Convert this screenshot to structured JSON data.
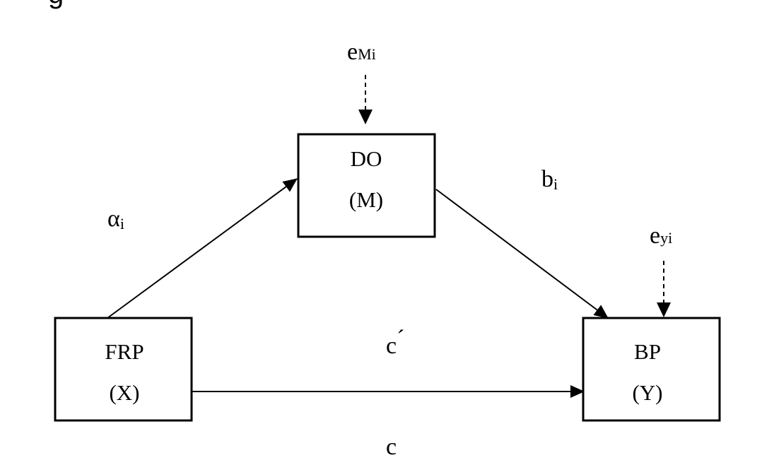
{
  "heading_fragment": "g",
  "nodes": {
    "x": {
      "name": "FRP",
      "role": "(X)"
    },
    "m": {
      "name": "DO",
      "role": "(M)"
    },
    "y": {
      "name": "BP",
      "role": "(Y)"
    }
  },
  "paths": {
    "a": {
      "base": "α",
      "sub": "i"
    },
    "b": {
      "base": "b",
      "sub": "i"
    },
    "c_prime": {
      "base": "c",
      "mark": "´"
    },
    "c": {
      "base": "c"
    }
  },
  "errors": {
    "m": {
      "base": "e",
      "sub": "Mi"
    },
    "y": {
      "base": "e",
      "sub": "yi"
    }
  }
}
